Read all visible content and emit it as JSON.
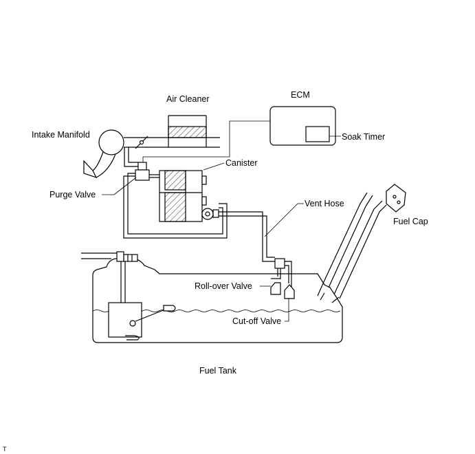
{
  "labels": {
    "air_cleaner": "Air Cleaner",
    "ecm": "ECM",
    "intake_manifold": "Intake Manifold",
    "soak_timer": "Soak Timer",
    "canister": "Canister",
    "purge_valve": "Purge Valve",
    "vent_hose": "Vent Hose",
    "fuel_cap": "Fuel Cap",
    "rollover_valve": "Roll-over Valve",
    "cutoff_valve": "Cut-off Valve",
    "fuel_tank": "Fuel Tank",
    "corner_code": "T"
  }
}
